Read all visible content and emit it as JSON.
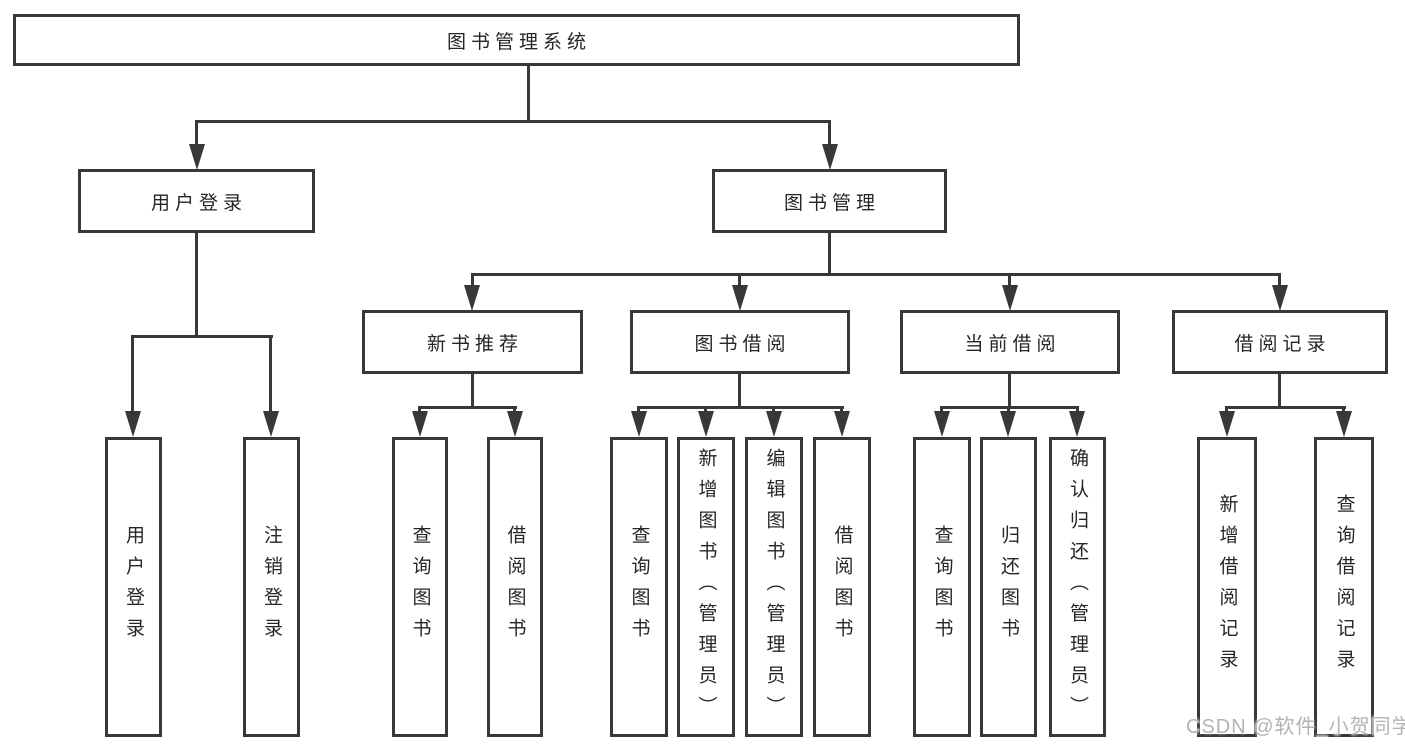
{
  "diagram": {
    "tree": {
      "label": "图书管理系统",
      "children": [
        {
          "label": "用户登录",
          "children": [
            {
              "label": "用户登录"
            },
            {
              "label": "注销登录"
            }
          ]
        },
        {
          "label": "图书管理",
          "children": [
            {
              "label": "新书推荐",
              "children": [
                {
                  "label": "查询图书"
                },
                {
                  "label": "借阅图书"
                }
              ]
            },
            {
              "label": "图书借阅",
              "children": [
                {
                  "label": "查询图书"
                },
                {
                  "label": "新增图书（管理员）"
                },
                {
                  "label": "编辑图书（管理员）"
                },
                {
                  "label": "借阅图书"
                }
              ]
            },
            {
              "label": "当前借阅",
              "children": [
                {
                  "label": "查询图书"
                },
                {
                  "label": "归还图书"
                },
                {
                  "label": "确认归还（管理员）"
                }
              ]
            },
            {
              "label": "借阅记录",
              "children": [
                {
                  "label": "新增借阅记录"
                },
                {
                  "label": "查询借阅记录"
                }
              ]
            }
          ]
        }
      ]
    },
    "colors": {
      "line": "#383838",
      "box_border": "#383838",
      "box_fill": "#ffffff",
      "text": "#262626",
      "watermark": "#b3b3b3",
      "background": "#ffffff"
    }
  },
  "watermark": {
    "text": "CSDN @软件_小贺同学"
  }
}
